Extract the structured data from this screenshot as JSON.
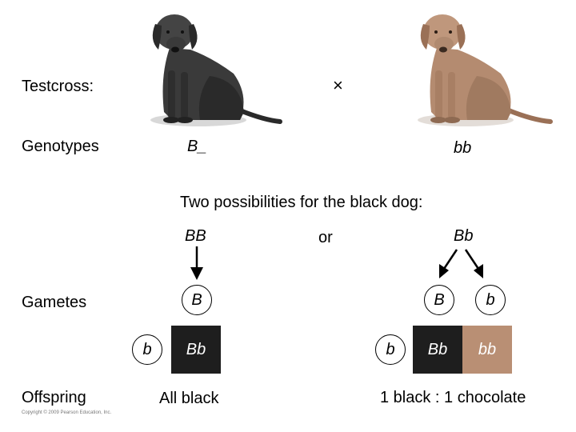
{
  "labels": {
    "testcross": "Testcross:",
    "genotypes": "Genotypes",
    "gametes": "Gametes",
    "offspring": "Offspring"
  },
  "cross_symbol": "×",
  "parents": {
    "black": {
      "genotype": "B_"
    },
    "chocolate": {
      "genotype": "bb"
    }
  },
  "possibilities_title": "Two possibilities for the black dog:",
  "or_text": "or",
  "left_case": {
    "genotype": "BB",
    "gamete": "B",
    "tester_gamete": "b",
    "offspring_genotype": "Bb",
    "result": "All black"
  },
  "right_case": {
    "genotype": "Bb",
    "gametes": [
      "B",
      "b"
    ],
    "tester_gamete": "b",
    "offspring_genotypes": [
      "Bb",
      "bb"
    ],
    "result": "1 black : 1 chocolate"
  },
  "copyright": "Copyright © 2009 Pearson Education, Inc.",
  "colors": {
    "black_coat": "#1e1e1e",
    "chocolate_coat": "#b98f74"
  }
}
